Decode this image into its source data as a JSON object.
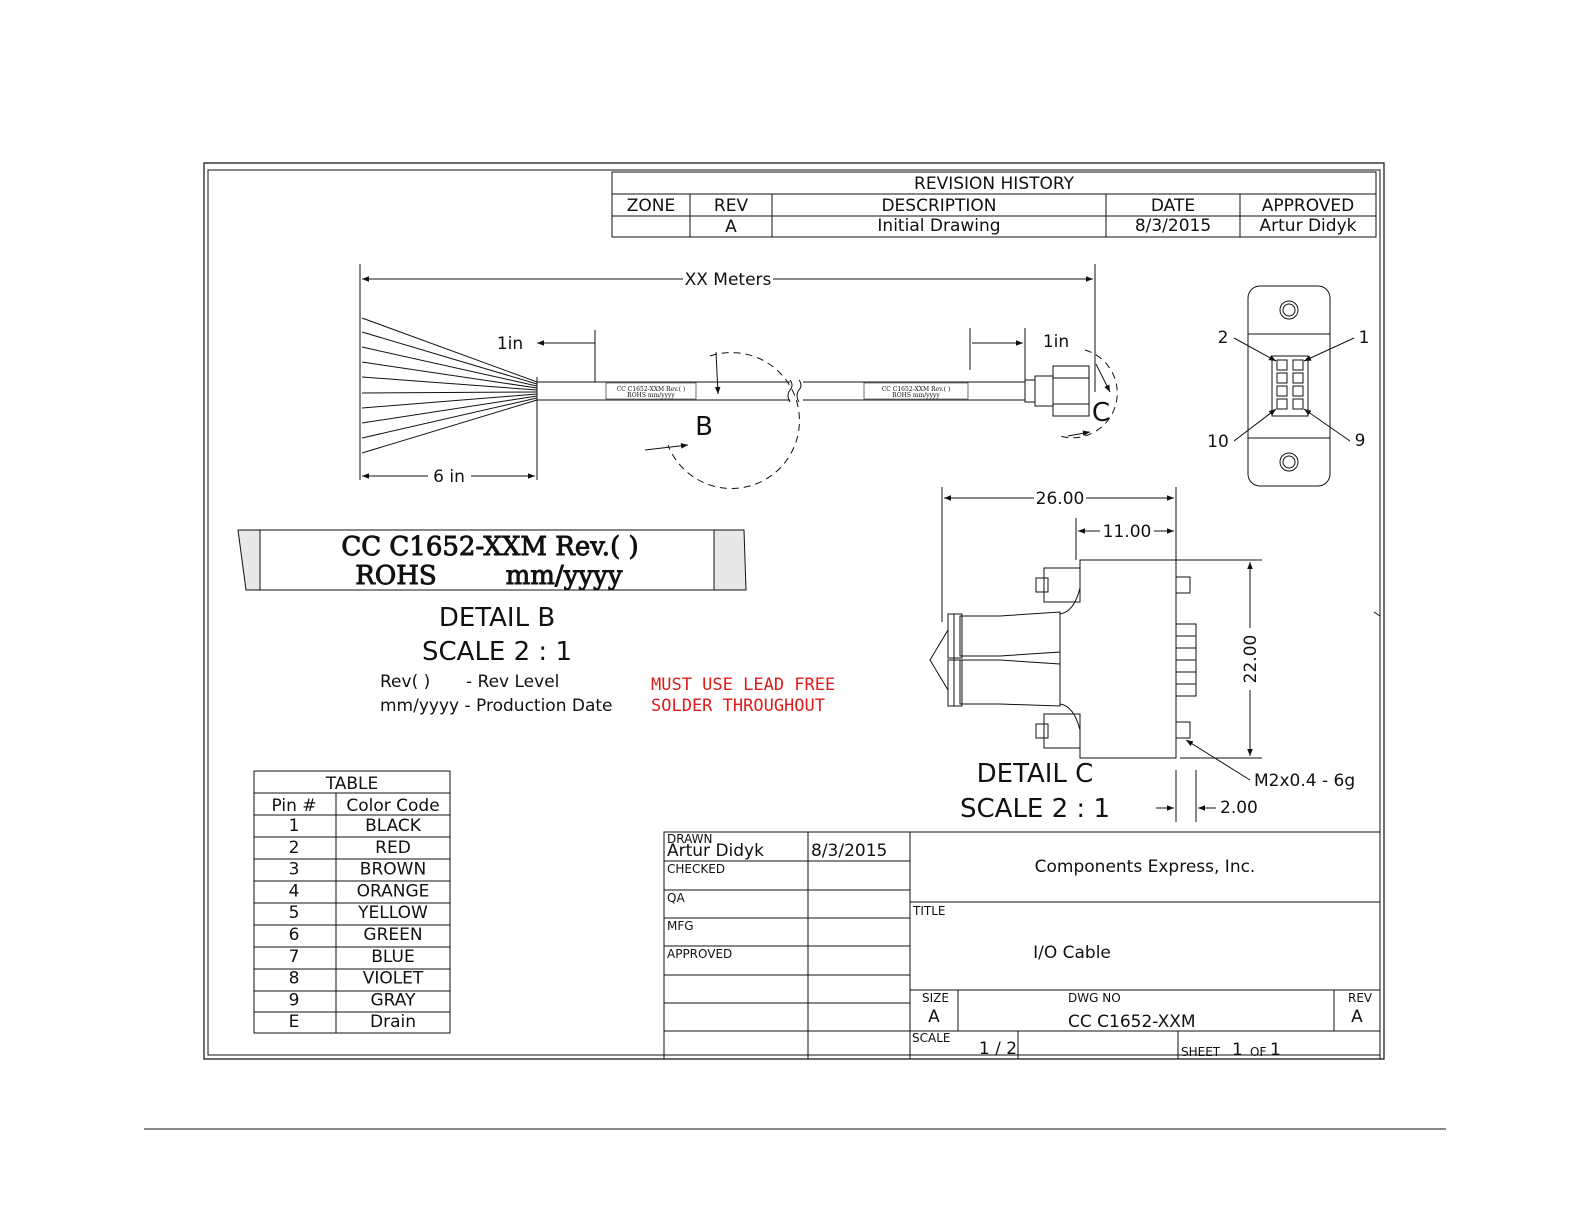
{
  "revision_history": {
    "title": "REVISION HISTORY",
    "headers": [
      "ZONE",
      "REV",
      "DESCRIPTION",
      "DATE",
      "APPROVED"
    ],
    "rows": [
      [
        "",
        "A",
        "Initial Drawing",
        "8/3/2015",
        "Artur Didyk"
      ]
    ]
  },
  "cable_view": {
    "overall_length": "XX Meters",
    "jacket_strip": "1in",
    "wire_strip": "6 in",
    "connector_offset": "1in",
    "detail_b_callout": "B",
    "detail_c_callout": "C",
    "label_line1": "CC C1652-XXM Rev.( )",
    "label_line2": "ROHS     mm/yyyy"
  },
  "pin_view": {
    "pin_2": "2",
    "pin_1": "1",
    "pin_10": "10",
    "pin_9": "9"
  },
  "detail_b": {
    "label_line1": "CC C1652-XXM Rev.( )",
    "label_line2_left": "ROHS",
    "label_line2_right": "mm/yyyy",
    "title": "DETAIL  B",
    "scale": "SCALE 2 : 1",
    "legend_1_key": "Rev( )",
    "legend_1_value": "- Rev Level",
    "legend_2": "mm/yyyy - Production Date"
  },
  "note": {
    "line1": "MUST USE LEAD FREE",
    "line2": "SOLDER THROUGHOUT",
    "color": "#e01b1b"
  },
  "detail_c": {
    "dim_width": "26.00",
    "dim_body": "11.00",
    "dim_height": "22.00",
    "dim_screw": "2.00",
    "thread": "M2x0.4 - 6g",
    "title": "DETAIL  C",
    "scale": "SCALE 2 : 1"
  },
  "pin_table": {
    "title": "TABLE",
    "headers": [
      "Pin #",
      "Color Code"
    ],
    "rows": [
      [
        "1",
        "BLACK"
      ],
      [
        "2",
        "RED"
      ],
      [
        "3",
        "BROWN"
      ],
      [
        "4",
        "ORANGE"
      ],
      [
        "5",
        "YELLOW"
      ],
      [
        "6",
        "GREEN"
      ],
      [
        "7",
        "BLUE"
      ],
      [
        "8",
        "VIOLET"
      ],
      [
        "9",
        "GRAY"
      ],
      [
        "E",
        "Drain"
      ]
    ]
  },
  "title_block": {
    "drawn_label": "DRAWN",
    "drawn_by": "Artur Didyk",
    "drawn_date": "8/3/2015",
    "checked_label": "CHECKED",
    "qa_label": "QA",
    "mfg_label": "MFG",
    "approved_label": "APPROVED",
    "company": "Components Express, Inc.",
    "title_label": "TITLE",
    "title": "I/O Cable",
    "size_label": "SIZE",
    "size": "A",
    "dwg_no_label": "DWG NO",
    "dwg_no": "CC C1652-XXM",
    "rev_label": "REV",
    "rev": "A",
    "scale_label": "SCALE",
    "scale": "1 / 2",
    "sheet_label": "SHEET",
    "sheet": "1",
    "of_label": "OF",
    "of": "1"
  }
}
